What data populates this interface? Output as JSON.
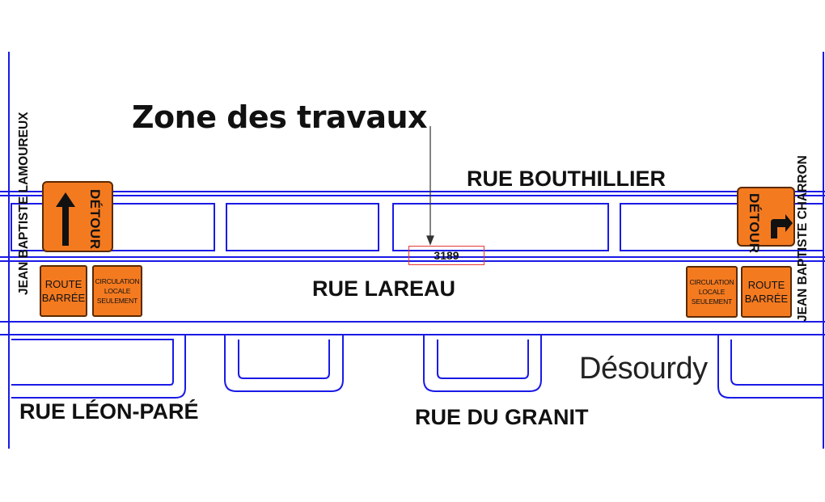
{
  "title": "Zone des travaux",
  "streets": {
    "bouthillier": "RUE BOUTHILLIER",
    "lareau": "RUE LAREAU",
    "leon_pare": "RUE LÉON-PARÉ",
    "granit": "RUE DU GRANIT",
    "desourdy": "Désourdy",
    "jb_lamoureux": "JEAN BAPTISTE LAMOUREUX",
    "jb_charron": "JEAN BAPTISTE CHARRON"
  },
  "civic_number": "3189",
  "signs": {
    "detour": "DÉTOUR",
    "route_barree": [
      "ROUTE",
      "BARRÉE"
    ],
    "circulation": [
      "CIRCULATION",
      "LOCALE",
      "SEULEMENT"
    ]
  },
  "colors": {
    "road_line": "#1a1ae6",
    "sign_orange": "#f47a20",
    "highlight": "#e53935"
  },
  "icons": {
    "left_detour": "arrow-up-icon",
    "right_detour": "turn-right-arrow-icon"
  }
}
